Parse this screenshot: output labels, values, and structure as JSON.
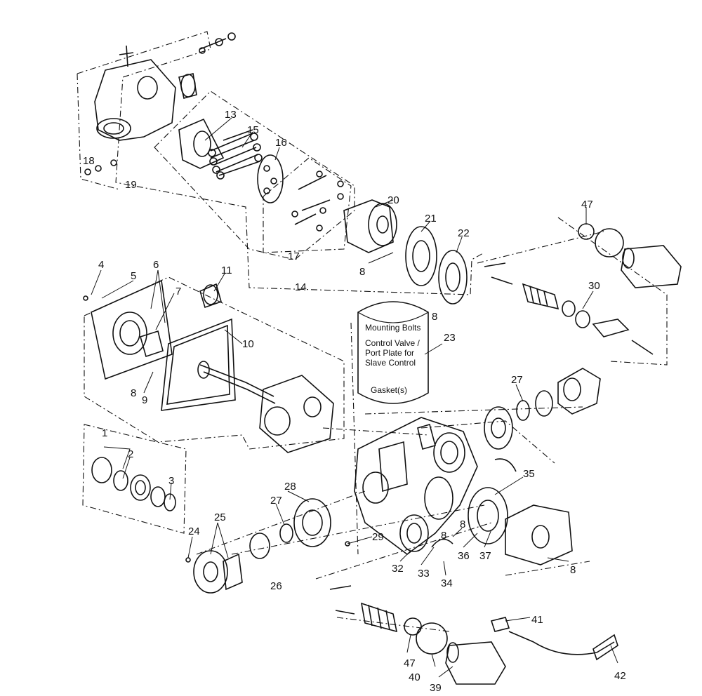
{
  "callouts": [
    "1",
    "2",
    "3",
    "4",
    "5",
    "6",
    "7",
    "8",
    "8",
    "8",
    "8",
    "8",
    "8",
    "9",
    "10",
    "11",
    "13",
    "14",
    "15",
    "16",
    "17",
    "18",
    "19",
    "20",
    "21",
    "22",
    "23",
    "24",
    "25",
    "26",
    "27",
    "27",
    "28",
    "29",
    "30",
    "32",
    "33",
    "34",
    "35",
    "36",
    "37",
    "39",
    "40",
    "41",
    "42",
    "47",
    "47"
  ],
  "note_label": {
    "line1": "Mounting Bolts",
    "line2": "Control Valve /",
    "line3": "Port Plate for",
    "line4": "Slave Control",
    "line5": "Gasket(s)"
  }
}
